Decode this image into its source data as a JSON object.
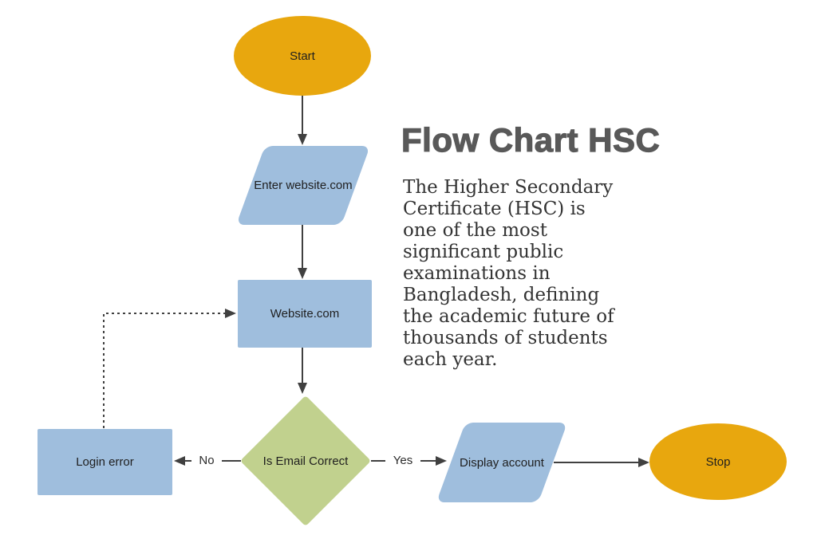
{
  "title": "Flow Chart HSC",
  "description": "The Higher Secondary\nCertificate (HSC) is\none of the most\nsignificant public\nexaminations in\nBangladesh, defining\nthe academic future of\nthousands of students\neach year.",
  "nodes": {
    "start": {
      "label": "Start",
      "type": "terminator"
    },
    "enter_website": {
      "label": "Enter website.com",
      "type": "input-parallelogram"
    },
    "website": {
      "label": "Website.com",
      "type": "process"
    },
    "is_email_correct": {
      "label": "Is Email Correct",
      "type": "decision"
    },
    "login_error": {
      "label": "Login error",
      "type": "process"
    },
    "display_account": {
      "label": "Display account",
      "type": "input-parallelogram"
    },
    "stop": {
      "label": "Stop",
      "type": "terminator"
    }
  },
  "edges": {
    "no_label": "No",
    "yes_label": "Yes"
  },
  "colors": {
    "terminator_fill": "#E8A70E",
    "process_fill": "#9FBEDD",
    "decision_fill": "#C1D18E",
    "line": "#404040",
    "title_color": "#595959",
    "body_color": "#333333"
  }
}
